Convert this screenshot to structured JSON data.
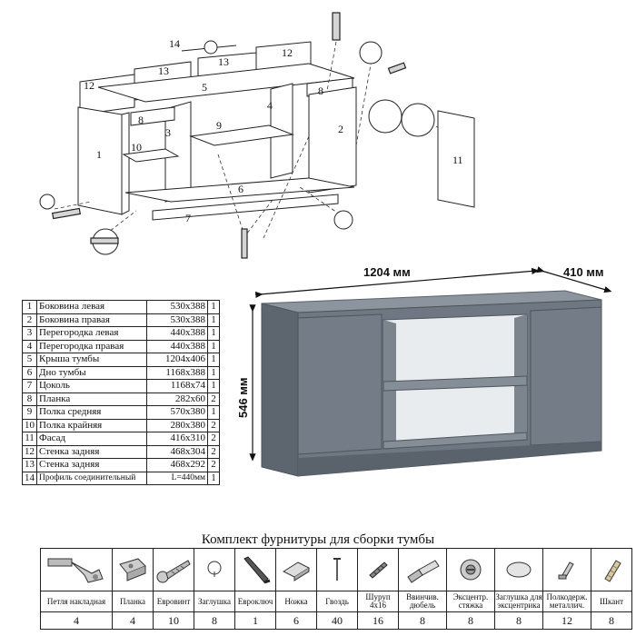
{
  "diagram": {
    "part_labels": [
      "1",
      "2",
      "3",
      "4",
      "5",
      "6",
      "7",
      "8",
      "8",
      "9",
      "10",
      "11",
      "12",
      "12",
      "13",
      "13",
      "14"
    ]
  },
  "parts_table": {
    "rows": [
      {
        "num": "1",
        "name": "Боковина левая",
        "size": "530x388",
        "qty": "1"
      },
      {
        "num": "2",
        "name": "Боковина правая",
        "size": "530x388",
        "qty": "1"
      },
      {
        "num": "3",
        "name": "Перегородка левая",
        "size": "440x388",
        "qty": "1"
      },
      {
        "num": "4",
        "name": "Перегородка правая",
        "size": "440x388",
        "qty": "1"
      },
      {
        "num": "5",
        "name": "Крыша тумбы",
        "size": "1204x406",
        "qty": "1"
      },
      {
        "num": "6",
        "name": "Дно тумбы",
        "size": "1168x388",
        "qty": "1"
      },
      {
        "num": "7",
        "name": "Цоколь",
        "size": "1168x74",
        "qty": "1"
      },
      {
        "num": "8",
        "name": "Планка",
        "size": "282x60",
        "qty": "2"
      },
      {
        "num": "9",
        "name": "Полка средняя",
        "size": "570x380",
        "qty": "1"
      },
      {
        "num": "10",
        "name": "Полка крайняя",
        "size": "280x380",
        "qty": "2"
      },
      {
        "num": "11",
        "name": "Фасад",
        "size": "416x310",
        "qty": "2"
      },
      {
        "num": "12",
        "name": "Стенка задняя",
        "size": "468x304",
        "qty": "2"
      },
      {
        "num": "13",
        "name": "Стенка задняя",
        "size": "468x292",
        "qty": "2"
      },
      {
        "num": "14",
        "name": "Профиль соединительный",
        "size": "L=440мм",
        "qty": "1"
      }
    ]
  },
  "dimensions": {
    "width": "1204 мм",
    "depth": "410 мм",
    "height": "546 мм"
  },
  "hardware": {
    "title": "Комплект фурнитуры для сборки тумбы",
    "items": [
      {
        "name": "Петля накладная",
        "qty": "4",
        "icon": "hinge-icon"
      },
      {
        "name": "Планка",
        "qty": "4",
        "icon": "mounting-plate-icon"
      },
      {
        "name": "Евровинт",
        "qty": "10",
        "icon": "eurobolt-icon"
      },
      {
        "name": "Заглушка",
        "qty": "8",
        "icon": "cap-icon"
      },
      {
        "name": "Евроключ",
        "qty": "1",
        "icon": "hex-key-icon"
      },
      {
        "name": "Ножка",
        "qty": "6",
        "icon": "foot-icon"
      },
      {
        "name": "Гвоздь",
        "qty": "40",
        "icon": "nail-icon"
      },
      {
        "name_line1": "Шуруп",
        "name_line2": "4x16",
        "qty": "16",
        "icon": "screw-icon"
      },
      {
        "name_line1": "Ввинчив.",
        "name_line2": "дюбель",
        "qty": "8",
        "icon": "screw-dowel-icon"
      },
      {
        "name_line1": "Эксцентр.",
        "name_line2": "стяжка",
        "qty": "8",
        "icon": "cam-lock-icon"
      },
      {
        "name_line1": "Заглушка для",
        "name_line2": "эксцентрика",
        "qty": "8",
        "icon": "cam-cap-icon"
      },
      {
        "name_line1": "Полкодерж.",
        "name_line2": "металлич.",
        "qty": "12",
        "icon": "shelf-pin-icon"
      },
      {
        "name": "Шкант",
        "qty": "8",
        "icon": "wood-dowel-icon"
      }
    ]
  },
  "colors": {
    "cabinet_body": "#6e7782",
    "cabinet_top": "#8c949e",
    "cabinet_dark": "#4d545c",
    "interior_back": "#e9ecee"
  }
}
